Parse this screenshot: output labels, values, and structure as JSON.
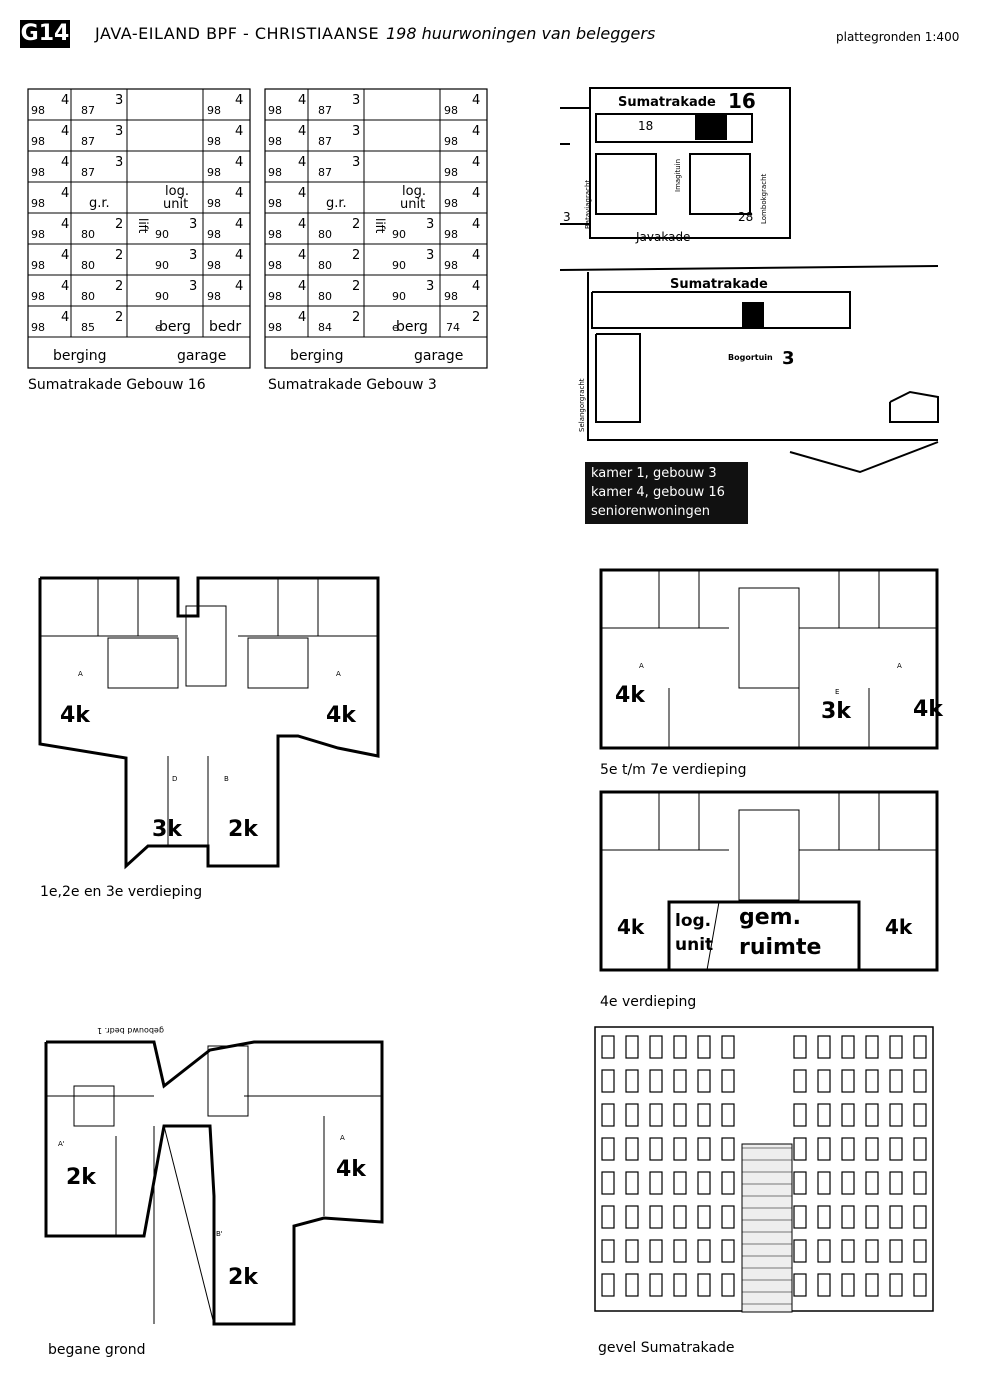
{
  "header": {
    "code": "G14",
    "project": "JAVA-EILAND BPF - CHRISTIAANSE",
    "subtitle": "198 huurwoningen van beleggers",
    "scale": "plattegronden 1:400"
  },
  "stack_diagrams": [
    {
      "caption": "Sumatrakade Gebouw 16",
      "rows": [
        [
          "98",
          "4",
          "87",
          "3",
          "",
          "98",
          "4"
        ],
        [
          "98",
          "4",
          "87",
          "3",
          "",
          "98",
          "4"
        ],
        [
          "98",
          "4",
          "87",
          "3",
          "",
          "98",
          "4"
        ],
        [
          "98",
          "4",
          "g.r.",
          "",
          "log. unit",
          "98",
          "4"
        ],
        [
          "98",
          "4",
          "80",
          "2",
          "90",
          "3",
          "98",
          "4"
        ],
        [
          "98",
          "4",
          "80",
          "2",
          "90",
          "3",
          "98",
          "4"
        ],
        [
          "98",
          "4",
          "80",
          "2",
          "90",
          "3",
          "98",
          "4"
        ],
        [
          "98",
          "4",
          "85",
          "2",
          "e",
          "berg",
          "bedr"
        ]
      ],
      "lift": "lift",
      "footer": [
        "berging",
        "garage"
      ]
    },
    {
      "caption": "Sumatrakade   Gebouw 3",
      "rows": [
        [
          "98",
          "4",
          "87",
          "3",
          "",
          "98",
          "4"
        ],
        [
          "98",
          "4",
          "87",
          "3",
          "",
          "98",
          "4"
        ],
        [
          "98",
          "4",
          "87",
          "3",
          "",
          "98",
          "4"
        ],
        [
          "98",
          "4",
          "g.r.",
          "",
          "log. unit",
          "98",
          "4"
        ],
        [
          "98",
          "4",
          "80",
          "2",
          "90",
          "3",
          "98",
          "4"
        ],
        [
          "98",
          "4",
          "80",
          "2",
          "90",
          "3",
          "98",
          "4"
        ],
        [
          "98",
          "4",
          "80",
          "2",
          "90",
          "3",
          "98",
          "4"
        ],
        [
          "98",
          "4",
          "84",
          "2",
          "e",
          "berg",
          "74",
          "2"
        ]
      ],
      "lift": "lift",
      "footer": [
        "berging",
        "garage"
      ]
    }
  ],
  "site_plan_1": {
    "street_top": "Sumatrakade",
    "building_no": "16",
    "num_18": "18",
    "num_28": "28",
    "num_3": "3",
    "garden": "Imagituin",
    "street_bottom": "Javakade",
    "gracht_left": "Bataviagracht",
    "gracht_right": "Lombokgracht"
  },
  "site_plan_2": {
    "street": "Sumatrakade",
    "garden": "Bogortuin",
    "building_no": "3",
    "gracht": "Selangorgracht"
  },
  "legend": {
    "lines": [
      "kamer 1, gebouw 3",
      "kamer 4, gebouw 16",
      "seniorenwoningen"
    ]
  },
  "plans": {
    "plan_a": {
      "caption": "1e,2e en 3e verdieping",
      "labels": [
        "4k",
        "4k",
        "3k",
        "2k"
      ],
      "letters": [
        "A",
        "A",
        "D",
        "B"
      ]
    },
    "plan_b": {
      "caption": "5e t/m 7e verdieping",
      "labels": [
        "4k",
        "3k",
        "4k"
      ],
      "letters": [
        "A",
        "E",
        "A"
      ]
    },
    "plan_c": {
      "caption": "4e verdieping",
      "labels": [
        "4k",
        "log.",
        "unit",
        "gem.",
        "ruimte",
        "4k"
      ]
    },
    "plan_d": {
      "caption": "begane grond",
      "labels": [
        "2k",
        "4k",
        "2k"
      ],
      "letters": [
        "A'",
        "A",
        "B'"
      ],
      "note": "gebouwd bedr. 1"
    },
    "facade": {
      "caption": "gevel Sumatrakade"
    }
  }
}
